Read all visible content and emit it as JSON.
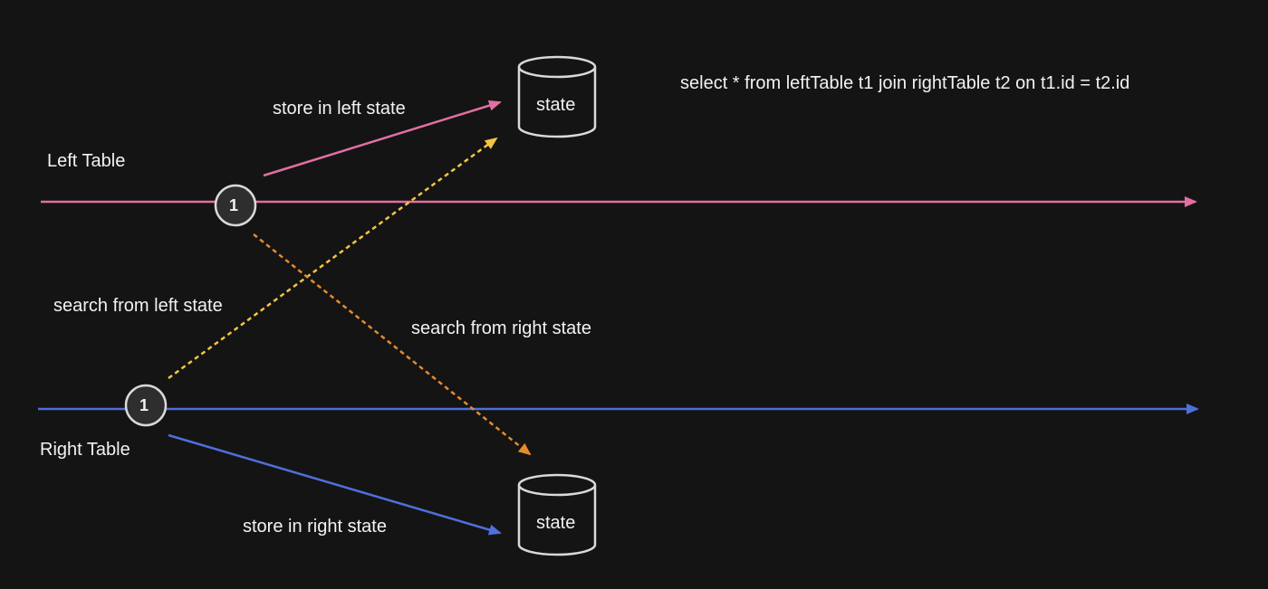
{
  "diagram": {
    "streams": {
      "left_table": {
        "label": "Left Table",
        "color": "#e26fa2"
      },
      "right_table": {
        "label": "Right Table",
        "color": "#4f6fdc"
      }
    },
    "edges": {
      "store_left": {
        "label": "store in left state",
        "color": "#e26fa2",
        "style": "solid"
      },
      "store_right": {
        "label": "store in right state",
        "color": "#4f6fdc",
        "style": "solid"
      },
      "search_left": {
        "label": "search from left state",
        "color": "#f5c542",
        "style": "dashed"
      },
      "search_right": {
        "label": "search from right state",
        "color": "#e58a2e",
        "style": "dashed"
      }
    },
    "states": {
      "top": {
        "label": "state",
        "icon": "database-cylinder-icon"
      },
      "bottom": {
        "label": "state",
        "icon": "database-cylinder-icon"
      }
    },
    "nodes": {
      "left": {
        "label": "1"
      },
      "right": {
        "label": "1"
      }
    },
    "query": "select * from leftTable t1 join rightTable t2 on t1.id = t2.id"
  }
}
